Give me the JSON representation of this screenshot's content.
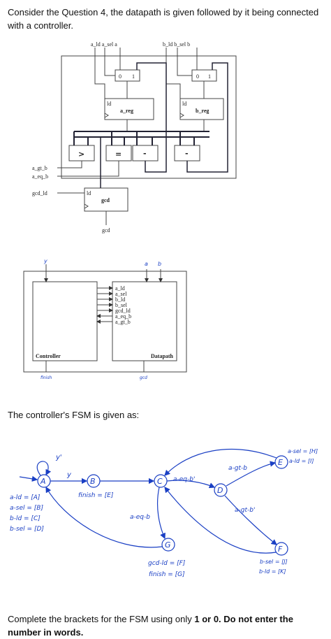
{
  "intro": "Consider the Question 4, the datapath is given followed by it being connected with a controller.",
  "datapath": {
    "top_a": "a_ld  a_sel a",
    "top_b": "b_ld  b_sel b",
    "mux": {
      "zero": "0",
      "one": "1"
    },
    "reg_ld": "ld",
    "a_reg": "a_reg",
    "b_reg": "b_reg",
    "cmp_gt": ">",
    "cmp_eq": "=",
    "sub": "-",
    "a_gt_b": "a_gt_b",
    "a_eq_b": "a_eq_b",
    "gcd_ld": "gcd_ld",
    "gcd_reg": "gcd",
    "gcd_out": "gcd"
  },
  "controller_diagram": {
    "y_in": "y",
    "a_in": "a",
    "b_in": "b",
    "signals": [
      "a_ld",
      "a_sel",
      "b_ld",
      "b_sel",
      "gcd_ld",
      "a_eq_b",
      "a_gt_b"
    ],
    "controller_label": "Controller",
    "datapath_label": "Datapath",
    "finish_out": "finish",
    "gcd_out": "gcd"
  },
  "fsm_title": "The controller's FSM is given as:",
  "fsm": {
    "states": {
      "A": "A",
      "B": "B",
      "C": "C",
      "D": "D",
      "E": "E",
      "F": "F",
      "G": "G"
    },
    "y_prime": "y'",
    "y": "y",
    "a_outputs": [
      "a-ld = [A]",
      "a-sel = [B]",
      "b-ld = [C]",
      "b-sel = [D]"
    ],
    "b_output": "finish = [E]",
    "a_eq_b_prime": "a-eq-b'",
    "a_eq_b": "a-eq-b",
    "a_gt_b": "a-gt-b",
    "a_gt_b_prime": "a-gt-b'",
    "e_outputs": [
      "a-sel = [H]",
      "a-ld = [I]"
    ],
    "f_outputs": [
      "b-sel = [J]",
      "b-ld = [K]"
    ],
    "g_outputs": [
      "gcd-ld = [F]",
      "finish = [G]"
    ]
  },
  "footer_pre": "Complete the brackets for the FSM using only ",
  "footer_bold": "1 or 0. Do not enter the number in words."
}
